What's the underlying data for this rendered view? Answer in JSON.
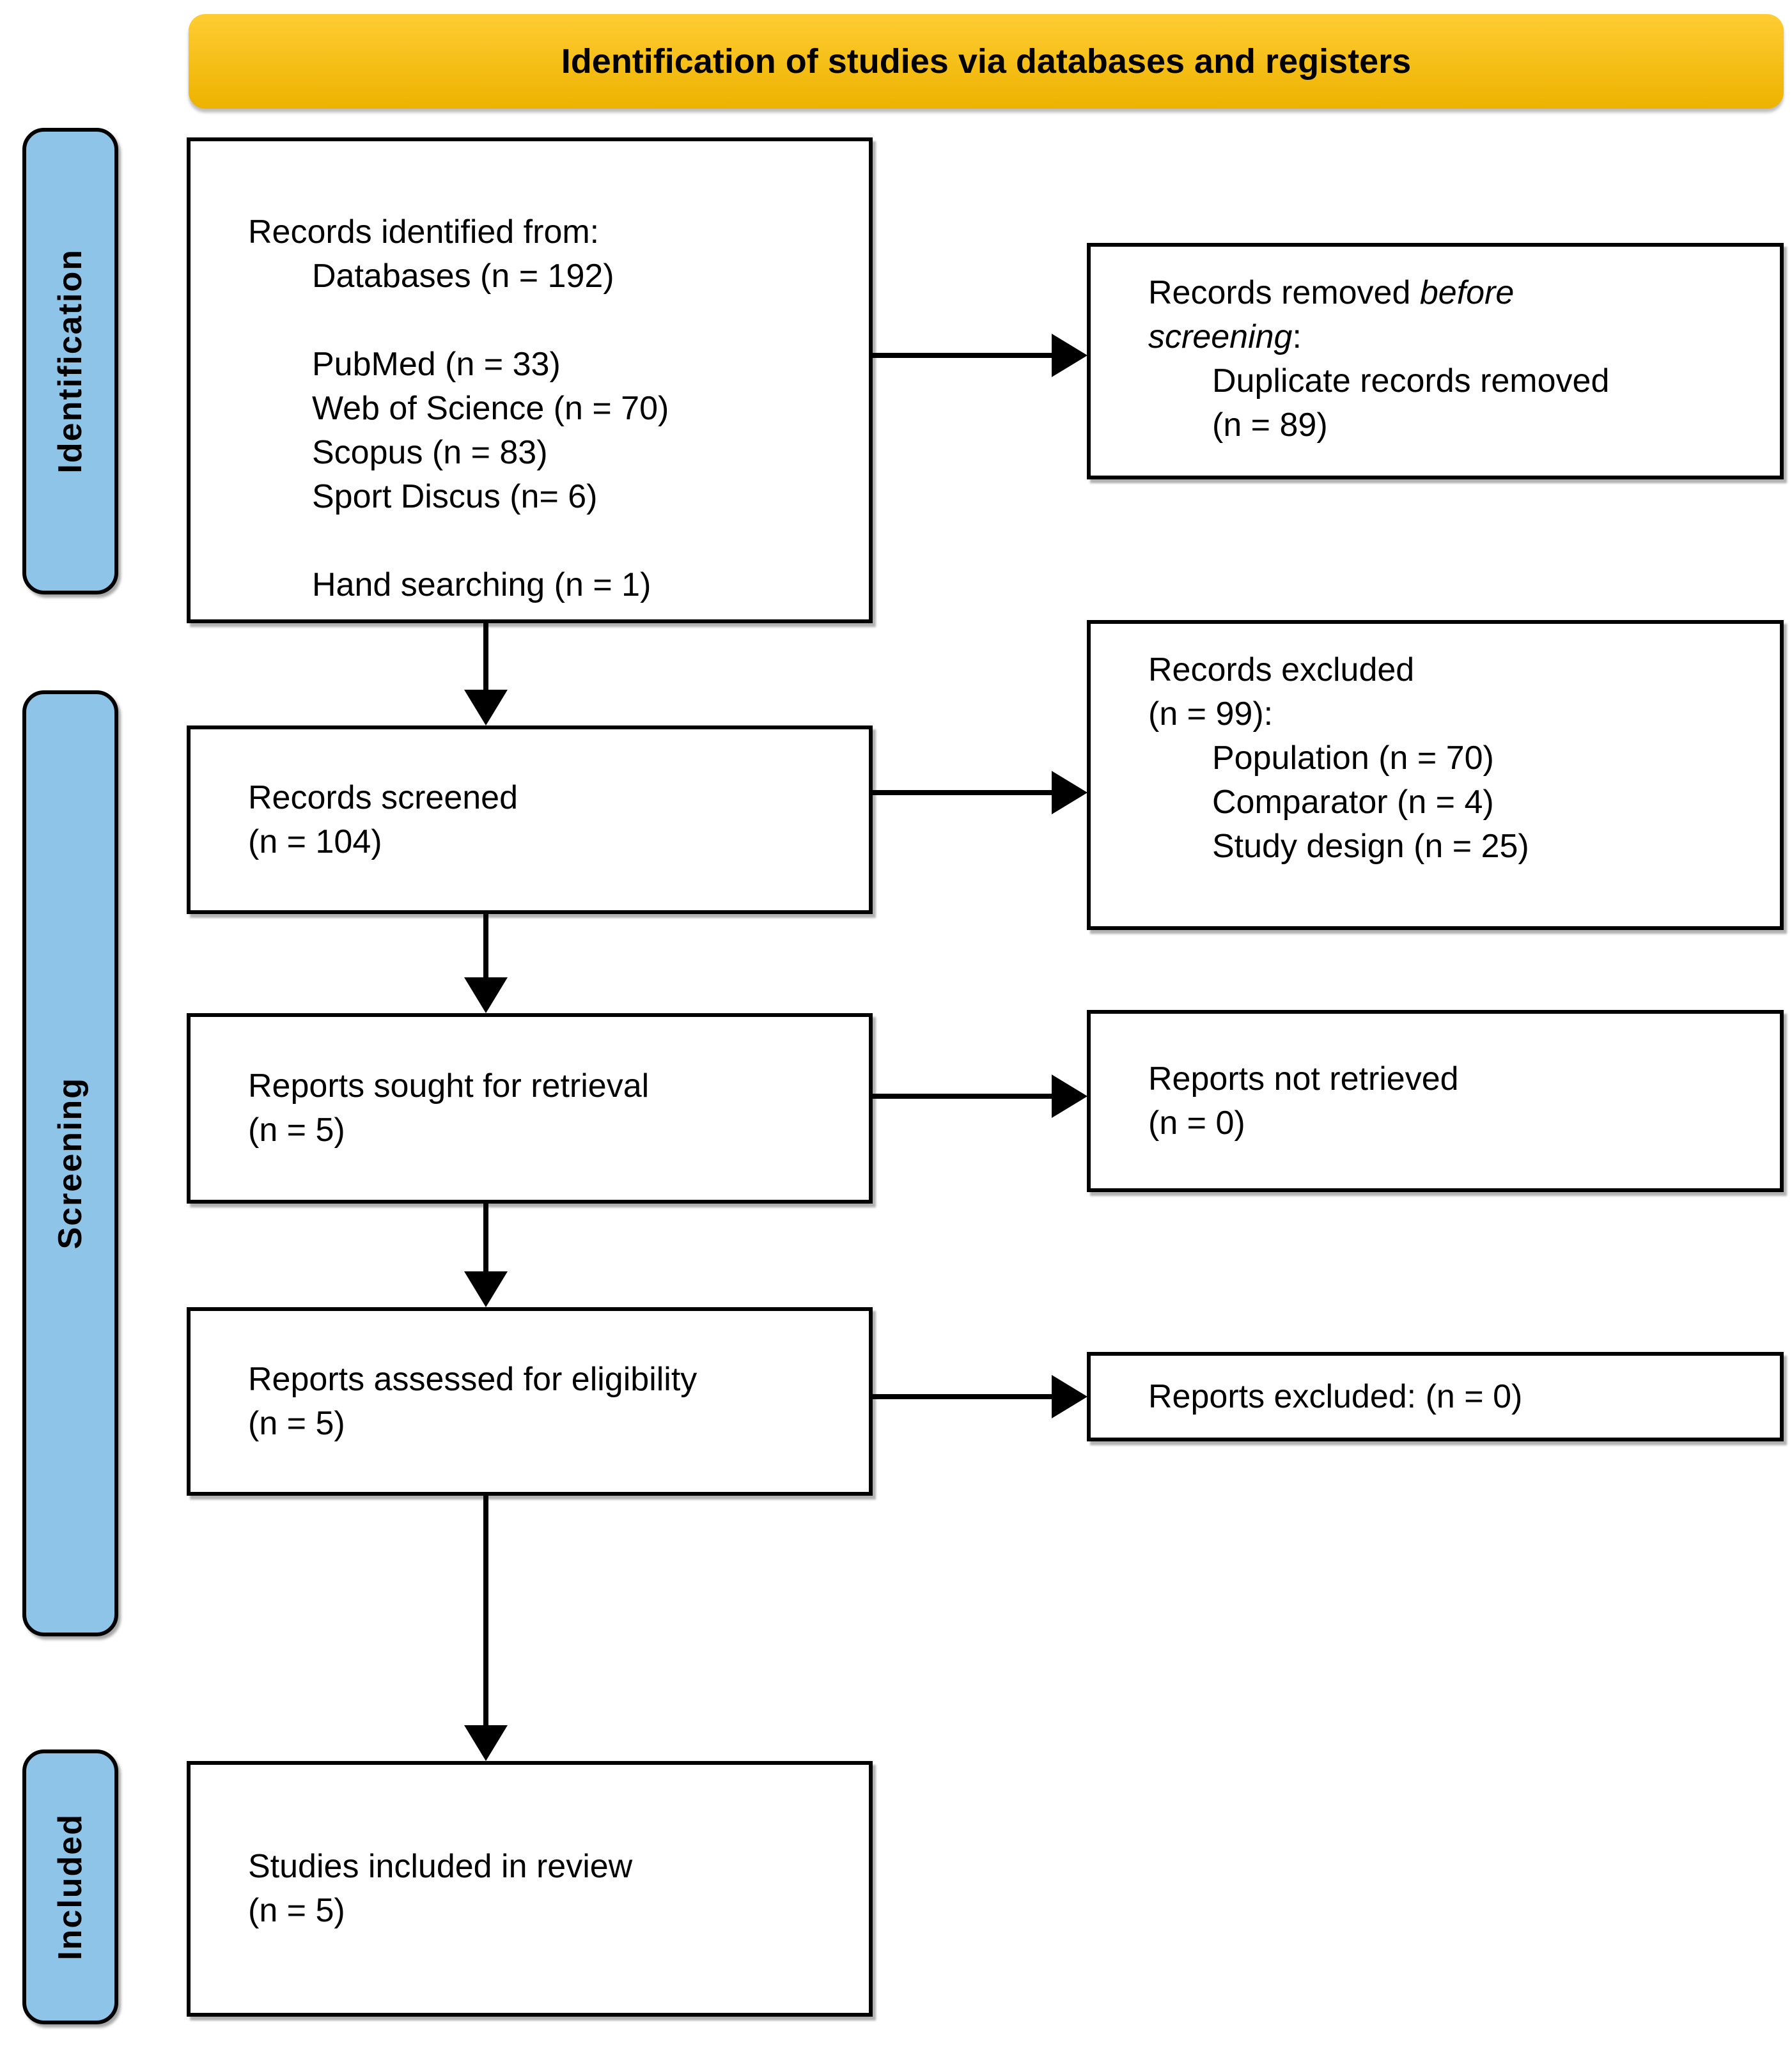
{
  "banner": {
    "label": "Identification of studies via databases and registers"
  },
  "colors": {
    "banner_bg": "#FFC000",
    "sidebar_bg": "#8EC4E8",
    "border": "#000000",
    "box_bg": "#FFFFFF",
    "arrow": "#000000",
    "text": "#000000"
  },
  "sidebar": {
    "items": [
      {
        "label": "Identification"
      },
      {
        "label": "Screening"
      },
      {
        "label": "Included"
      }
    ]
  },
  "boxes": {
    "records_identified": {
      "lines": [
        {
          "indent": 0,
          "seg": [
            {
              "t": "Records identified from:"
            }
          ]
        },
        {
          "indent": 1,
          "seg": [
            {
              "t": "Databases (n = 192)"
            }
          ]
        },
        {
          "indent": 1,
          "seg": []
        },
        {
          "indent": 1,
          "seg": [
            {
              "t": "PubMed (n = 33)"
            }
          ]
        },
        {
          "indent": 1,
          "seg": [
            {
              "t": "Web of Science (n = 70)"
            }
          ]
        },
        {
          "indent": 1,
          "seg": [
            {
              "t": "Scopus (n = 83)"
            }
          ]
        },
        {
          "indent": 1,
          "seg": [
            {
              "t": "Sport Discus (n= 6)"
            }
          ]
        },
        {
          "indent": 1,
          "seg": []
        },
        {
          "indent": 1,
          "seg": [
            {
              "t": "Hand searching (n = 1)"
            }
          ]
        }
      ]
    },
    "records_removed": {
      "lines": [
        {
          "indent": 0,
          "seg": [
            {
              "t": "Records removed "
            },
            {
              "t": "before",
              "i": true
            }
          ]
        },
        {
          "indent": 0,
          "seg": [
            {
              "t": "screening",
              "i": true
            },
            {
              "t": ":"
            }
          ]
        },
        {
          "indent": 1,
          "seg": [
            {
              "t": "Duplicate records removed"
            }
          ]
        },
        {
          "indent": 1,
          "seg": [
            {
              "t": "(n = 89)"
            }
          ]
        }
      ]
    },
    "records_screened": {
      "lines": [
        {
          "indent": 0,
          "seg": [
            {
              "t": "Records screened"
            }
          ]
        },
        {
          "indent": 0,
          "seg": [
            {
              "t": "(n = 104)"
            }
          ]
        }
      ]
    },
    "records_excluded": {
      "lines": [
        {
          "indent": 0,
          "seg": [
            {
              "t": "Records excluded"
            }
          ]
        },
        {
          "indent": 0,
          "seg": [
            {
              "t": "(n = 99):"
            }
          ]
        },
        {
          "indent": 1,
          "seg": [
            {
              "t": "Population (n = 70)"
            }
          ]
        },
        {
          "indent": 1,
          "seg": [
            {
              "t": "Comparator (n = 4)"
            }
          ]
        },
        {
          "indent": 1,
          "seg": [
            {
              "t": "Study design (n = 25)"
            }
          ]
        }
      ]
    },
    "reports_sought": {
      "lines": [
        {
          "indent": 0,
          "seg": [
            {
              "t": "Reports sought for retrieval"
            }
          ]
        },
        {
          "indent": 0,
          "seg": [
            {
              "t": "(n = 5)"
            }
          ]
        }
      ]
    },
    "reports_not_retrieved": {
      "lines": [
        {
          "indent": 0,
          "seg": [
            {
              "t": "Reports not retrieved"
            }
          ]
        },
        {
          "indent": 0,
          "seg": [
            {
              "t": "(n = 0)"
            }
          ]
        }
      ]
    },
    "reports_assessed": {
      "lines": [
        {
          "indent": 0,
          "seg": [
            {
              "t": "Reports assessed for eligibility"
            }
          ]
        },
        {
          "indent": 0,
          "seg": [
            {
              "t": "(n = 5)"
            }
          ]
        }
      ]
    },
    "reports_excluded": {
      "lines": [
        {
          "indent": 0,
          "seg": [
            {
              "t": "Reports excluded: (n = 0)"
            }
          ]
        }
      ]
    },
    "studies_included": {
      "lines": [
        {
          "indent": 0,
          "seg": [
            {
              "t": "Studies included in review"
            }
          ]
        },
        {
          "indent": 0,
          "seg": [
            {
              "t": "(n = 5)"
            }
          ]
        }
      ]
    }
  }
}
